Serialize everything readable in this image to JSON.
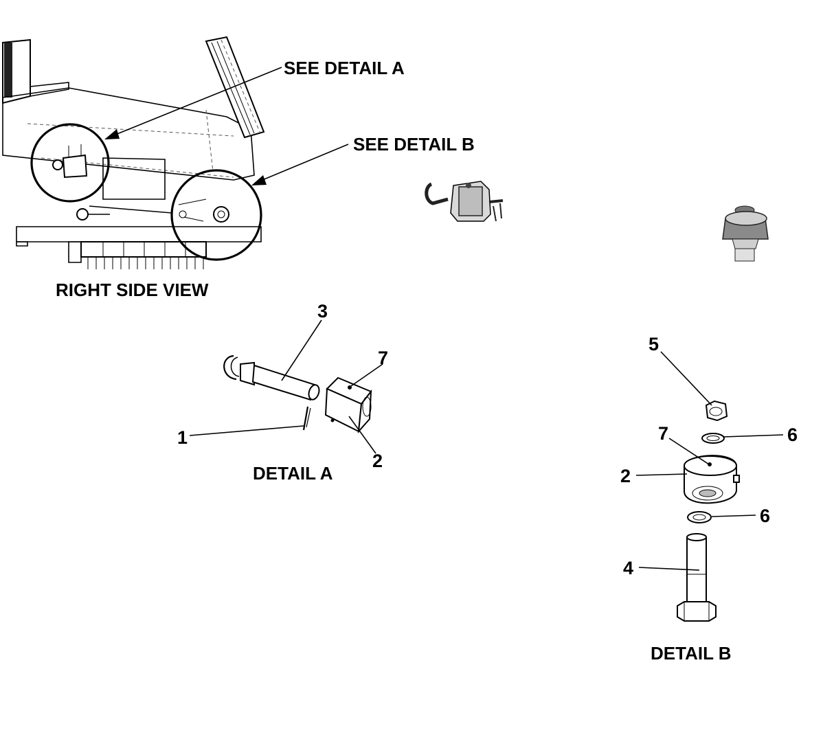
{
  "callouts": {
    "see_detail_a": "SEE DETAIL A",
    "see_detail_b": "SEE DETAIL B"
  },
  "views": {
    "right_side_view": "RIGHT SIDE VIEW",
    "detail_a": "DETAIL A",
    "detail_b": "DETAIL B"
  },
  "detail_a": {
    "items": [
      {
        "id": "a-item-3",
        "number": "3",
        "part": "pin"
      },
      {
        "id": "a-item-7",
        "number": "7",
        "part": "set screw"
      },
      {
        "id": "a-item-1",
        "number": "1",
        "part": "clip"
      },
      {
        "id": "a-item-2",
        "number": "2",
        "part": "block"
      }
    ]
  },
  "detail_b": {
    "items": [
      {
        "id": "b-item-5",
        "number": "5",
        "part": "nut"
      },
      {
        "id": "b-item-7",
        "number": "7",
        "part": "set screw"
      },
      {
        "id": "b-item-6-top",
        "number": "6",
        "part": "washer"
      },
      {
        "id": "b-item-2",
        "number": "2",
        "part": "block"
      },
      {
        "id": "b-item-6-bottom",
        "number": "6",
        "part": "washer"
      },
      {
        "id": "b-item-4",
        "number": "4",
        "part": "bolt"
      }
    ]
  }
}
